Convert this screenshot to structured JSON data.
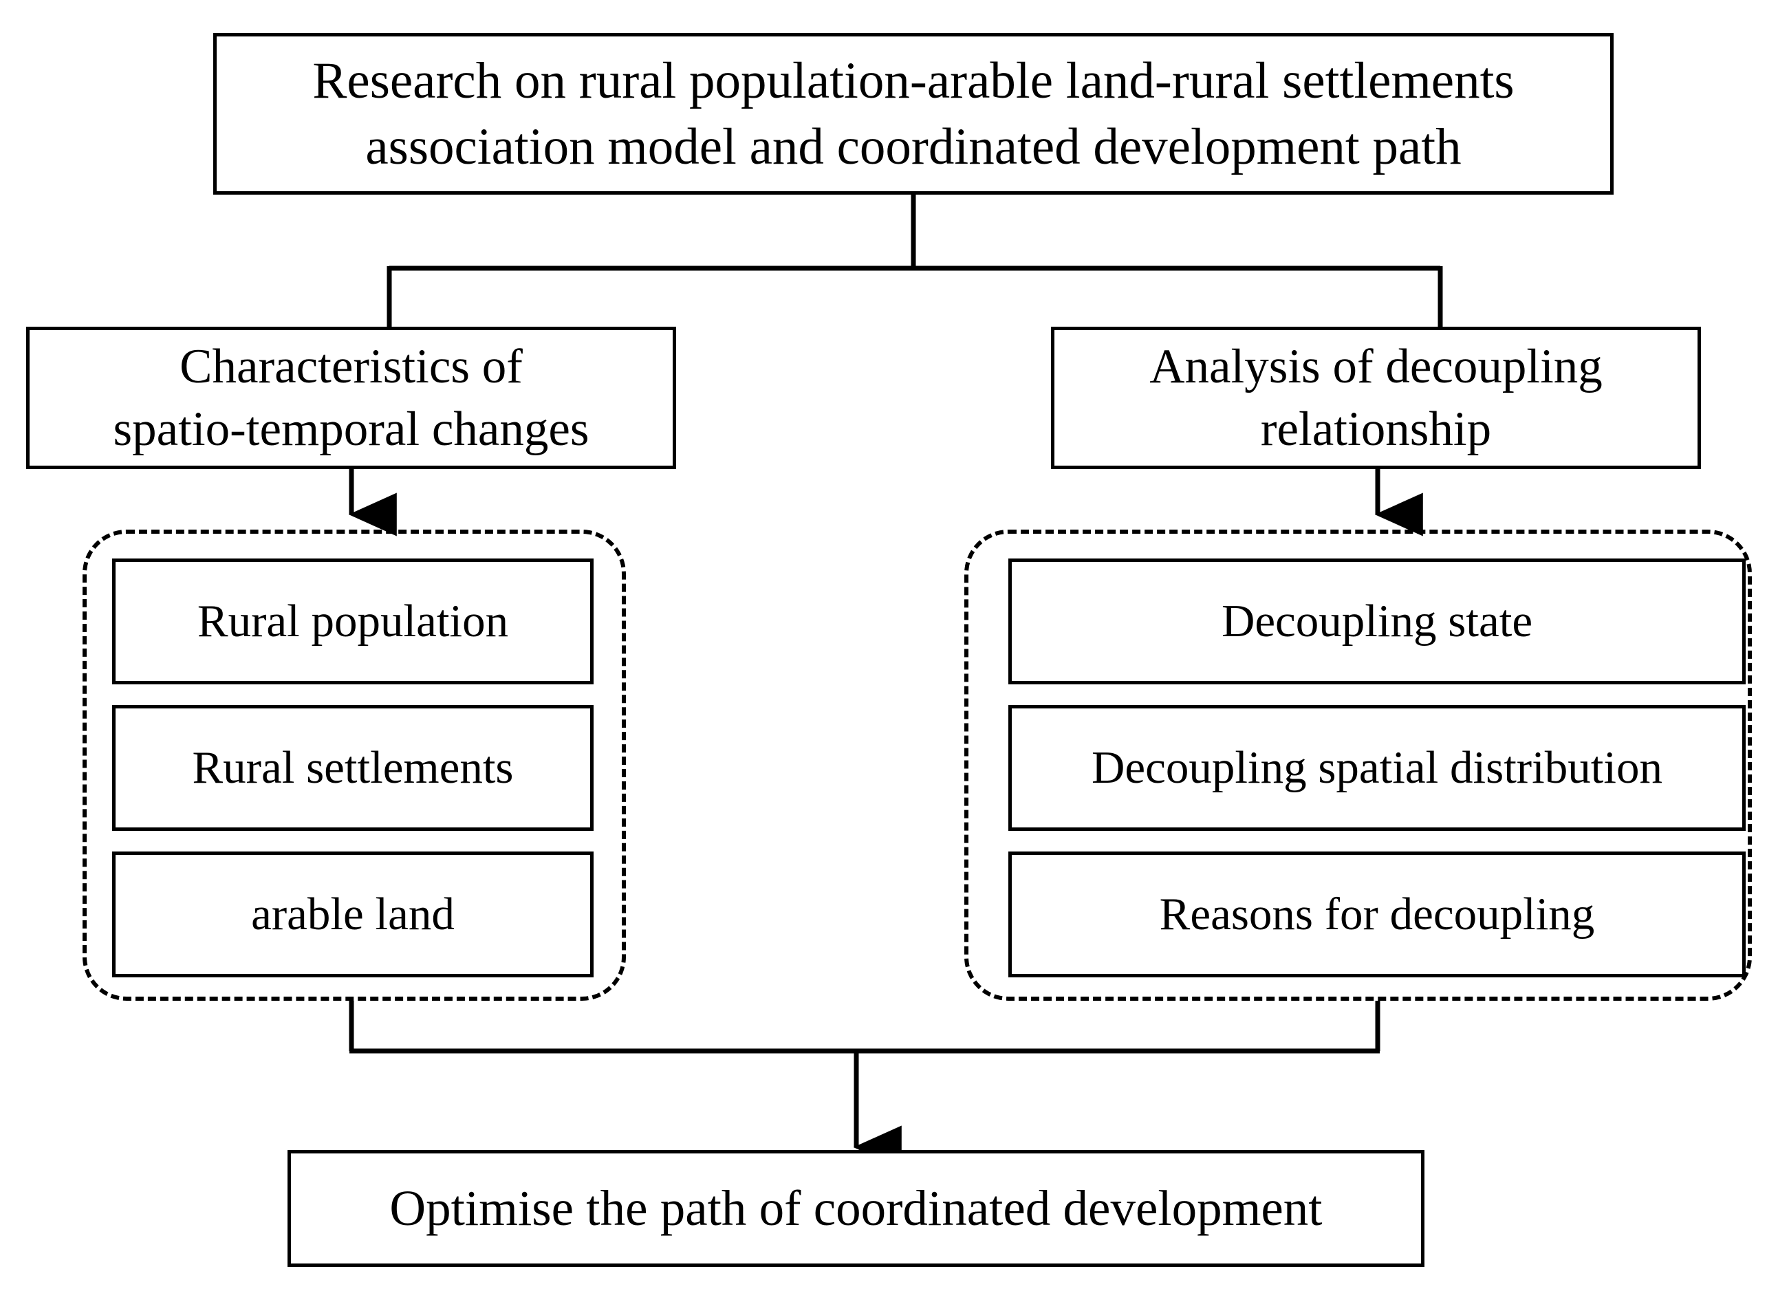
{
  "diagram": {
    "type": "flowchart",
    "title_node": {
      "id": "research-title",
      "text": "Research on rural population-arable land-rural settlements\nassociation model and coordinated development path"
    },
    "branches": [
      {
        "id": "characteristics",
        "text": "Characteristics of\nspatio-temporal changes",
        "children": [
          {
            "id": "rural-population",
            "text": "Rural population"
          },
          {
            "id": "rural-settlements",
            "text": "Rural settlements"
          },
          {
            "id": "arable-land",
            "text": "arable land"
          }
        ]
      },
      {
        "id": "decoupling",
        "text": "Analysis of decoupling\nrelationship",
        "children": [
          {
            "id": "decoupling-state",
            "text": "Decoupling state"
          },
          {
            "id": "decoupling-spatial-distribution",
            "text": "Decoupling spatial distribution"
          },
          {
            "id": "reasons-for-decoupling",
            "text": "Reasons for decoupling"
          }
        ]
      }
    ],
    "outcome_node": {
      "id": "optimise-path",
      "text": "Optimise the path of coordinated development"
    },
    "style": {
      "line_color": "#000000",
      "box_fill": "#ffffff",
      "box_border_color": "#000000",
      "group_border_style": "dashed",
      "background": "#ffffff"
    }
  }
}
